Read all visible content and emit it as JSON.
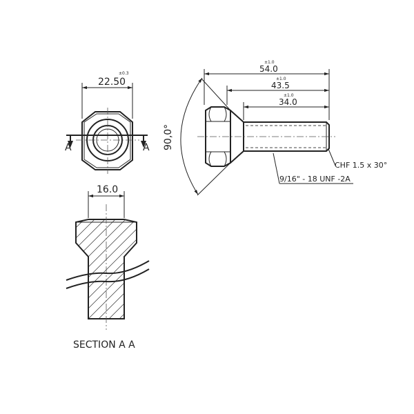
{
  "dimensions": {
    "hex_across_flats": {
      "value": "22.50",
      "tolerance": "±0.3"
    },
    "overall_length": {
      "value": "54.0",
      "tolerance": "±1.0"
    },
    "length_2": {
      "value": "43.5",
      "tolerance": "±1.0"
    },
    "thread_length": {
      "value": "34.0",
      "tolerance": "±1.0"
    },
    "head_angle": {
      "value": "90,0°"
    },
    "shank_diameter": {
      "value": "16.0"
    }
  },
  "callouts": {
    "chamfer": "CHF 1.5 x 30°",
    "thread": "9/16\" - 18 UNF -2A"
  },
  "section": {
    "marker_left": "A",
    "marker_right": "A",
    "label": "SECTION A A"
  }
}
